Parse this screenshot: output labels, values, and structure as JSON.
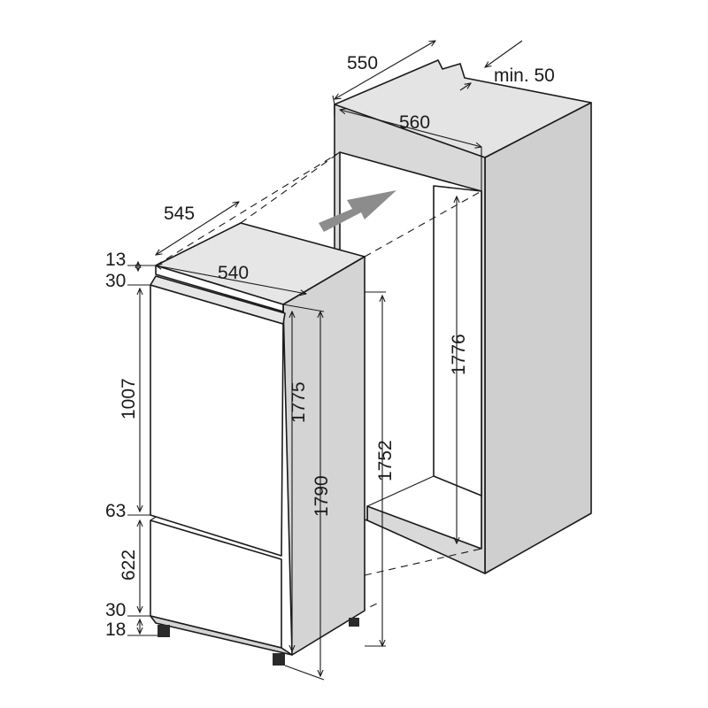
{
  "colors": {
    "outline": "#1a1a1a",
    "cabinet_fill": "#d9d9d9",
    "appliance_side": "#d4d4d4",
    "arrow": "#8c8c8c",
    "background": "#ffffff"
  },
  "cabinet": {
    "depth": "550",
    "min_gap": "min. 50",
    "inner_width": "560",
    "inner_height": "1776"
  },
  "appliance": {
    "depth": "545",
    "width": "540",
    "top_gap": "13",
    "top_panel": "30",
    "upper_door": "1007",
    "door_gap": "63",
    "lower_door": "622",
    "bottom_panel": "30",
    "feet": "18",
    "door_height": "1775",
    "total_height": "1790",
    "body_height": "1752"
  },
  "arrow": {
    "icon": "insertion-arrow-icon"
  }
}
